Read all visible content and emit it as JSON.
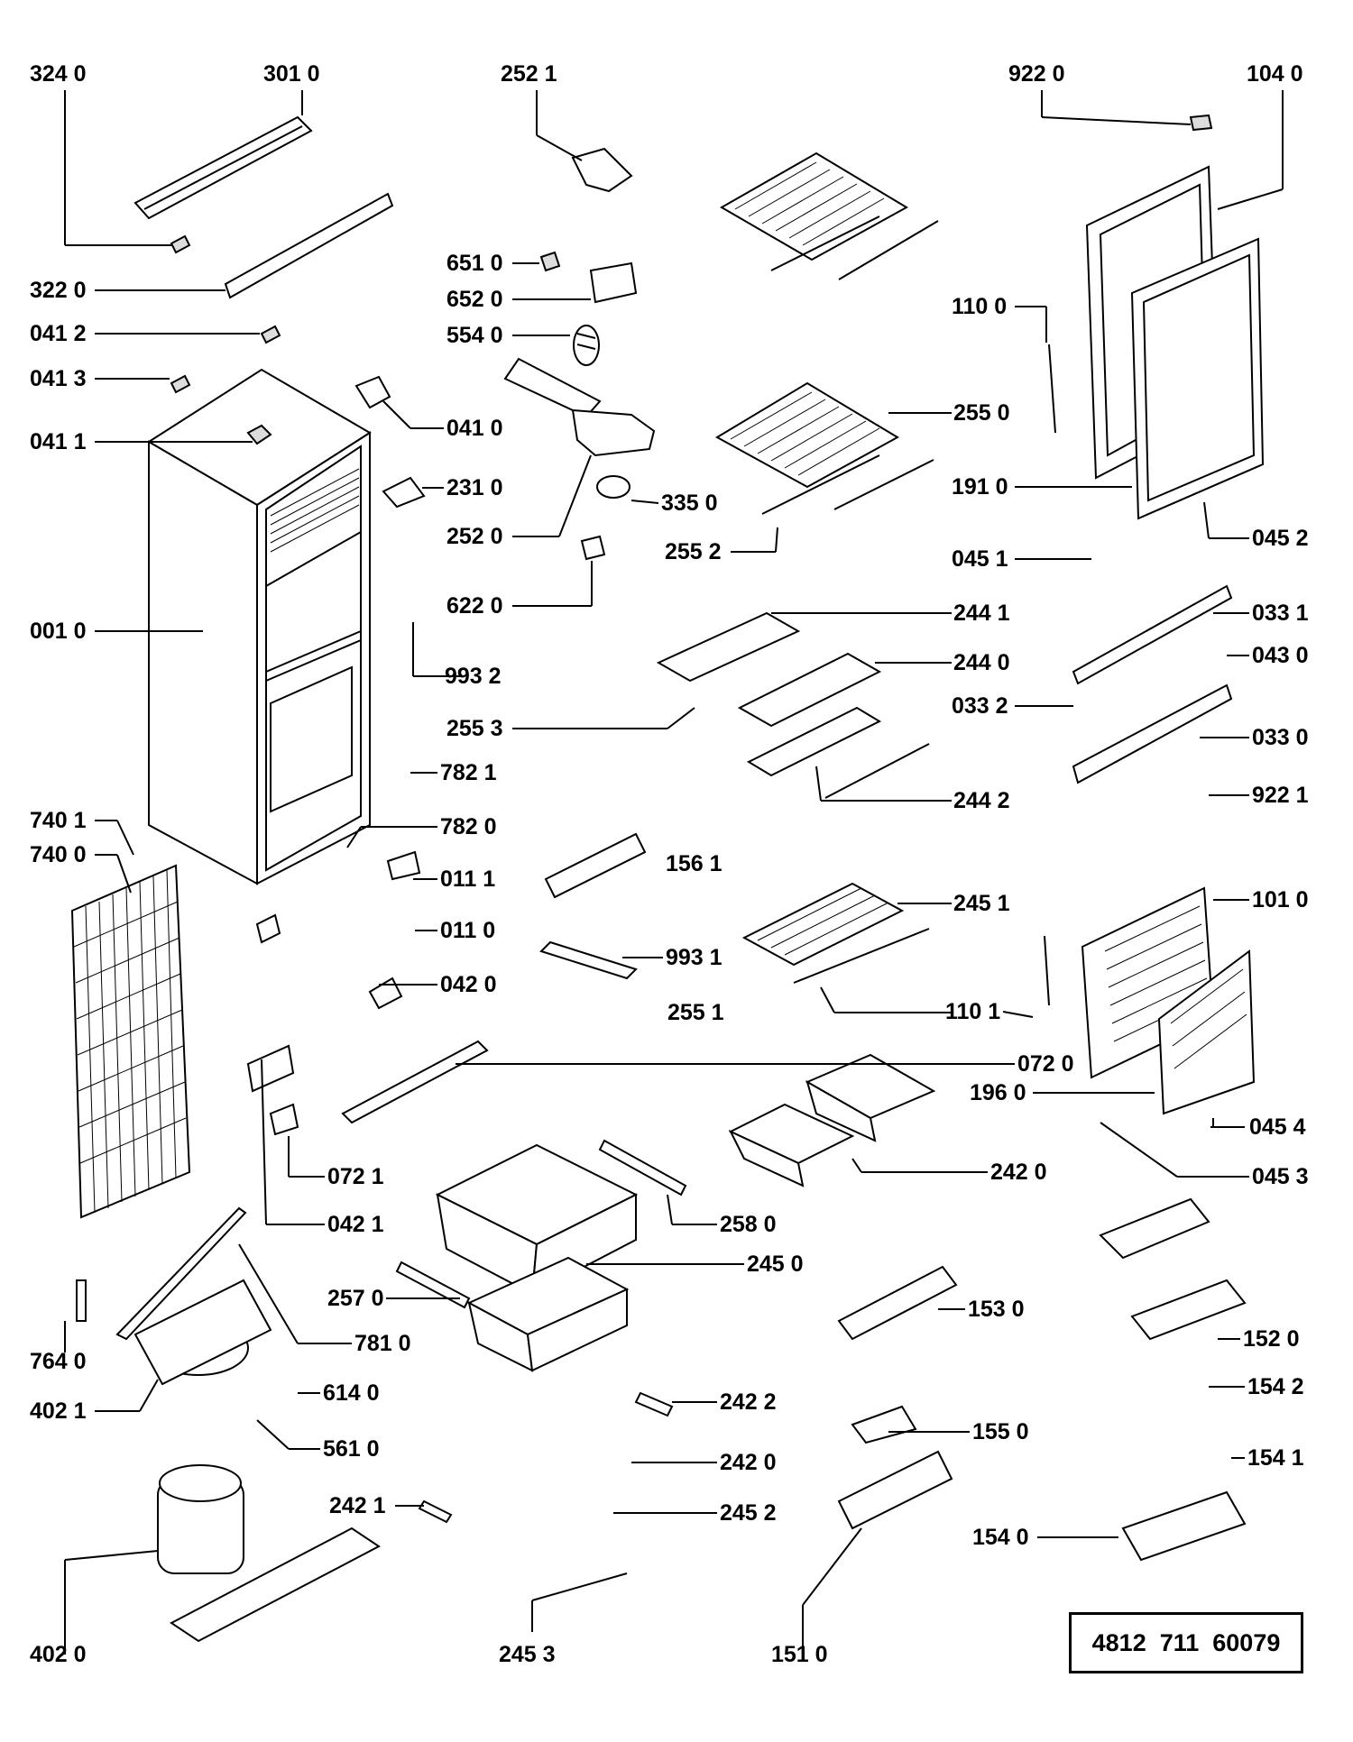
{
  "document_number": "4812  711  60079",
  "labels": {
    "l3240": "324 0",
    "l3010": "301 0",
    "l2521": "252 1",
    "l9220": "922 0",
    "l1040": "104 0",
    "l3220": "322 0",
    "l0412": "041 2",
    "l0413": "041 3",
    "l0411": "041 1",
    "l0410": "041 0",
    "l6510": "651 0",
    "l6520": "652 0",
    "l5540": "554 0",
    "l2310": "231 0",
    "l2520": "252 0",
    "l3350": "335 0",
    "l6220": "622 0",
    "l0010": "001 0",
    "l9932": "993 2",
    "l2550": "255 0",
    "l2552": "255 2",
    "l1100": "110 0",
    "l1910": "191 0",
    "l0452": "045 2",
    "l0451": "045 1",
    "l2441": "244 1",
    "l2440": "244 0",
    "l0331": "033 1",
    "l0430": "043 0",
    "l2553": "255 3",
    "l0332": "033 2",
    "l0330": "033 0",
    "l2442": "244 2",
    "l7821": "782 1",
    "l7820": "782 0",
    "l7401": "740 1",
    "l7400": "740 0",
    "l0111": "011 1",
    "l0110": "011 0",
    "l1561": "156 1",
    "l9221": "922 1",
    "l2451": "245 1",
    "l1010": "101 0",
    "l9931": "993 1",
    "l0420": "042 0",
    "l2551": "255 1",
    "l1101": "110 1",
    "l0720": "072 0",
    "l1960": "196 0",
    "l0454": "045 4",
    "l0721": "072 1",
    "l2420a": "242 0",
    "l0453": "045 3",
    "l0421": "042 1",
    "l2580": "258 0",
    "l2450": "245 0",
    "l2570": "257 0",
    "l1530": "153 0",
    "l7640": "764 0",
    "l7810": "781 0",
    "l1520": "152 0",
    "l4021": "402 1",
    "l6140": "614 0",
    "l1542": "154 2",
    "l2422": "242 2",
    "l5610": "561 0",
    "l1550": "155 0",
    "l2420b": "242 0",
    "l1541": "154 1",
    "l2421": "242 1",
    "l2452": "245 2",
    "l1540": "154 0",
    "l4020": "402 0",
    "l2453": "245 3",
    "l1510": "151 0"
  }
}
